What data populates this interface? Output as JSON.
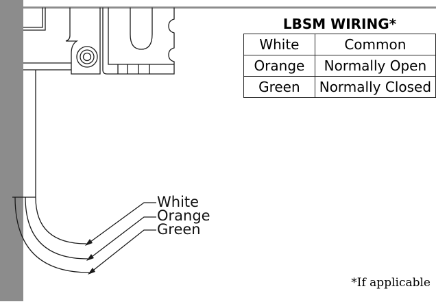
{
  "table": {
    "title": "LBSM WIRING*",
    "rows": [
      {
        "color": "White",
        "function": "Common"
      },
      {
        "color": "Orange",
        "function": "Normally Open"
      },
      {
        "color": "Green",
        "function": "Normally Closed"
      }
    ]
  },
  "wires": {
    "white": "White",
    "orange": "Orange",
    "green": "Green"
  },
  "footnote": "*If applicable",
  "colors": {
    "wall": "#8c8c8c",
    "line": "#1a1a1a"
  }
}
